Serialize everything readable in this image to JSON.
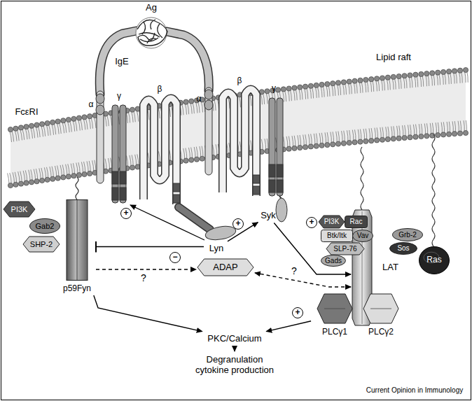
{
  "diagram": {
    "nodes": [
      {
        "text": [
          "PI3K"
        ]
      },
      {
        "text": [
          "Gab2"
        ]
      },
      {
        "text": [
          "SHP-2"
        ]
      },
      {
        "text": [
          "p59Fyn"
        ]
      },
      {
        "text": [
          "Lyn"
        ]
      },
      {
        "text": [
          "Syk"
        ]
      },
      {
        "text": [
          "ADAP"
        ]
      },
      {
        "text": [
          "PI3K"
        ]
      },
      {
        "text": [
          "Rac"
        ]
      },
      {
        "text": [
          "Btk/Itk"
        ]
      },
      {
        "text": [
          "Vav"
        ]
      },
      {
        "text": [
          "SLP-76"
        ]
      },
      {
        "text": [
          "Gads"
        ]
      },
      {
        "text": [
          "LAT"
        ]
      },
      {
        "text": [
          "Grb-2"
        ]
      },
      {
        "text": [
          "Sos"
        ]
      },
      {
        "text": [
          "Ras"
        ]
      },
      {
        "text": [
          "PLCγ1"
        ]
      },
      {
        "text": [
          "PLCγ2"
        ]
      },
      {
        "text": [
          "PKC/Calcium"
        ]
      },
      {
        "text": [
          "Degranulation cytokine production"
        ]
      }
    ],
    "edges": [
      {
        "from": 4,
        "to": 3,
        "arrow": "to",
        "label": "−"
      },
      {
        "from": 4,
        "to": 5,
        "arrow": "to",
        "label": "+"
      },
      {
        "from": 5,
        "to": 13,
        "arrow": "to"
      },
      {
        "from": 3,
        "to": 6,
        "arrow": "to",
        "label": "?"
      },
      {
        "from": 13,
        "to": 6,
        "arrow": "both",
        "label": "?"
      },
      {
        "from": 3,
        "to": 19,
        "arrow": "to"
      },
      {
        "from": 17,
        "to": 19,
        "arrow": "to",
        "label": "+"
      },
      {
        "from": 19,
        "to": 20,
        "arrow": "to"
      }
    ],
    "labels": [
      "Ag",
      "IgE",
      "FcεRI",
      "α",
      "γ",
      "β",
      "α",
      "β",
      "γ",
      "Lipid raft",
      "+",
      "+",
      "Current Opinion in Immunology"
    ]
  }
}
